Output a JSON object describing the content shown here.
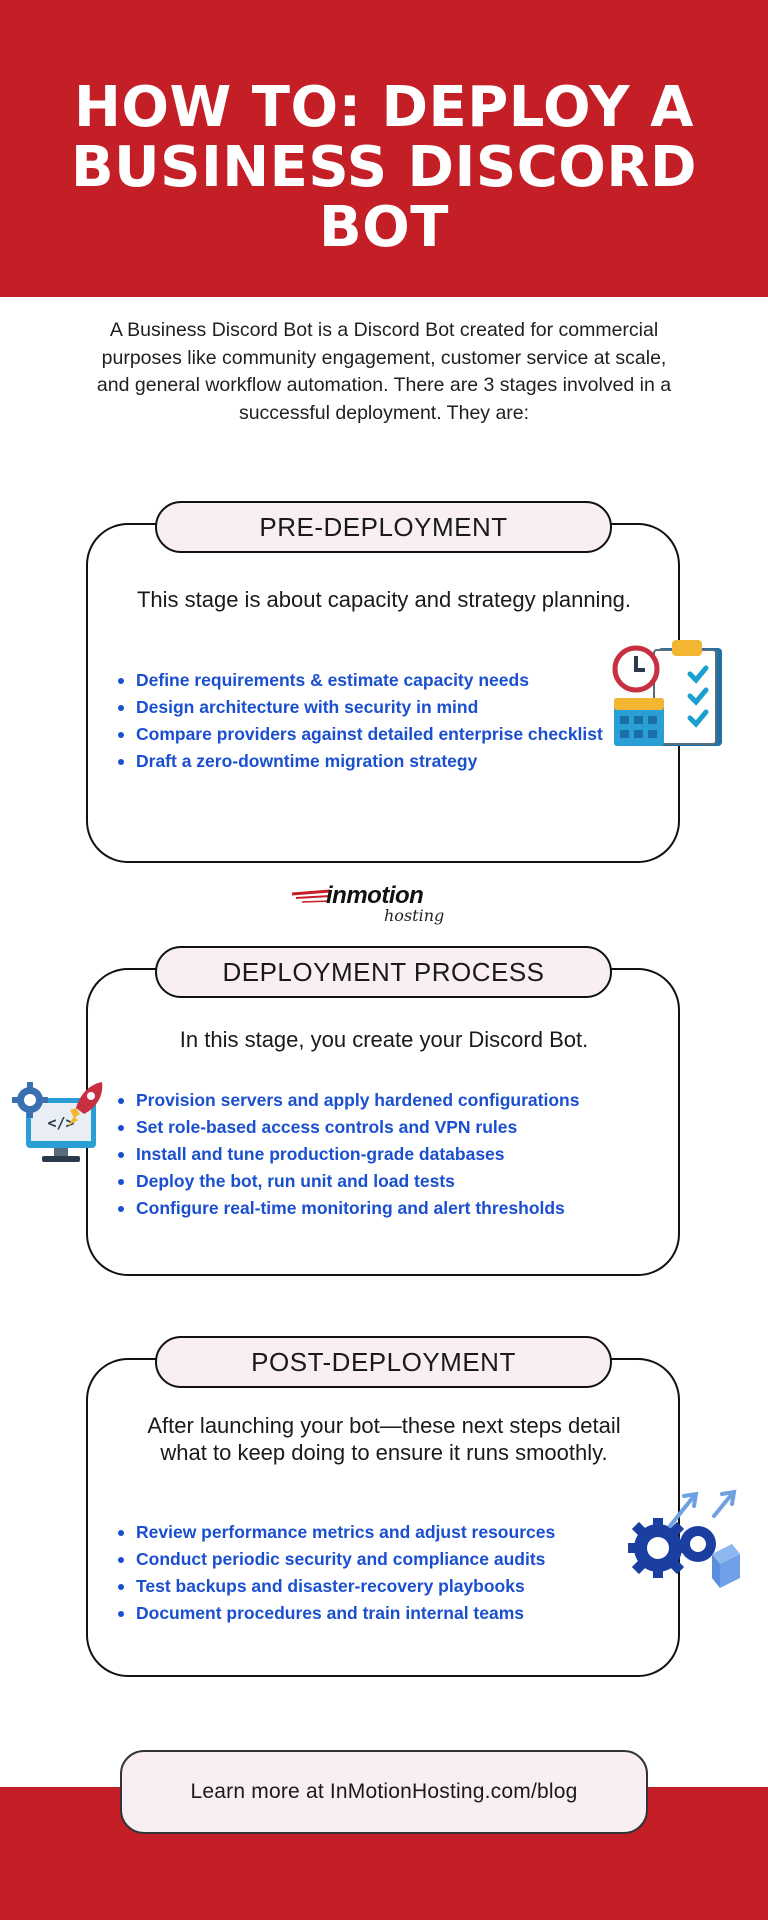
{
  "header": {
    "title": "HOW TO: DEPLOY A\nBUSINESS DISCORD\nBOT"
  },
  "intro": "A Business Discord Bot is a Discord Bot created for commercial purposes like community engagement, customer service at scale, and general workflow automation. There are 3 stages involved in a successful deployment. They are:",
  "sections": [
    {
      "label": "PRE-DEPLOYMENT",
      "description": "This stage is about capacity and strategy planning.",
      "bullets": [
        "Define requirements & estimate capacity needs",
        "Design architecture with security in mind",
        "Compare providers against detailed enterprise checklist",
        "Draft a zero-downtime migration strategy"
      ],
      "icon": "planning-checklist-icon"
    },
    {
      "label": "DEPLOYMENT PROCESS",
      "description": "In this stage, you create your Discord Bot.",
      "bullets": [
        "Provision servers and apply hardened configurations",
        "Set role-based access controls and VPN rules",
        "Install and tune production-grade databases",
        "Deploy the bot, run unit and load tests",
        "Configure real-time monitoring and alert thresholds"
      ],
      "icon": "monitor-code-rocket-icon"
    },
    {
      "label": "POST-DEPLOYMENT",
      "description": "After launching your bot—these next steps detail what to keep doing to ensure it runs smoothly.",
      "bullets": [
        "Review performance metrics and adjust resources",
        "Conduct periodic security and compliance audits",
        "Test backups and disaster-recovery playbooks",
        "Document procedures and train internal teams"
      ],
      "icon": "gear-cube-growth-icon"
    }
  ],
  "logo": {
    "name": "inmotion",
    "sub": "hosting"
  },
  "footer": {
    "text": "Learn more at InMotionHosting.com/blog"
  },
  "colors": {
    "brand_red": "#c41e26",
    "bullet_blue": "#1a4fd0",
    "label_pink": "#f8eef3"
  }
}
